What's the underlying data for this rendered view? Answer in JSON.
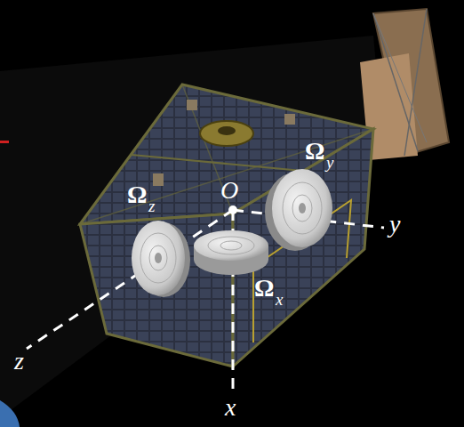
{
  "diagram": {
    "labels": [
      "O",
      "y",
      "z",
      "x",
      "Ω",
      "z",
      "Ω",
      "y",
      "Ω",
      "x"
    ]
  }
}
